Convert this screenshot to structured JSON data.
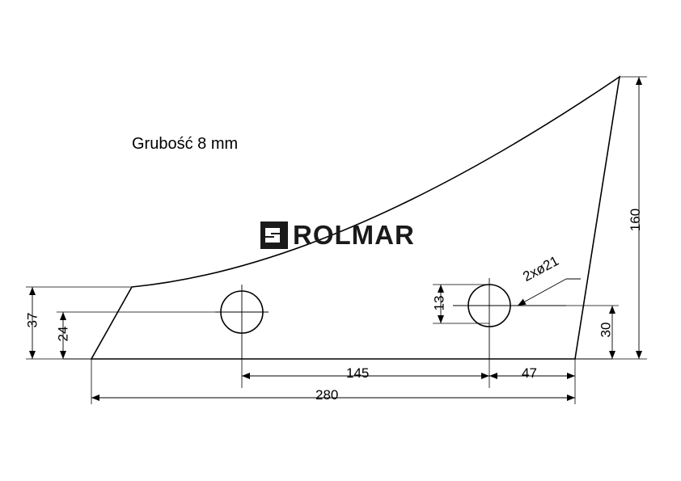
{
  "drawing": {
    "title": "plough share technical drawing",
    "note": "Grubość 8 mm",
    "hole_callout": "2xø21",
    "dimensions": {
      "height_right": "160",
      "left_upper": "37",
      "left_lower": "24",
      "right_lower": "30",
      "hole_offset": "13",
      "span_holes": "145",
      "span_right": "47",
      "total_length": "280"
    },
    "logo": {
      "wordmark": "ROLMAR",
      "mark_name": "rolmar-logo-mark"
    },
    "colors": {
      "line": "#000000",
      "background": "#ffffff",
      "logo": "#1a1a1a"
    }
  }
}
